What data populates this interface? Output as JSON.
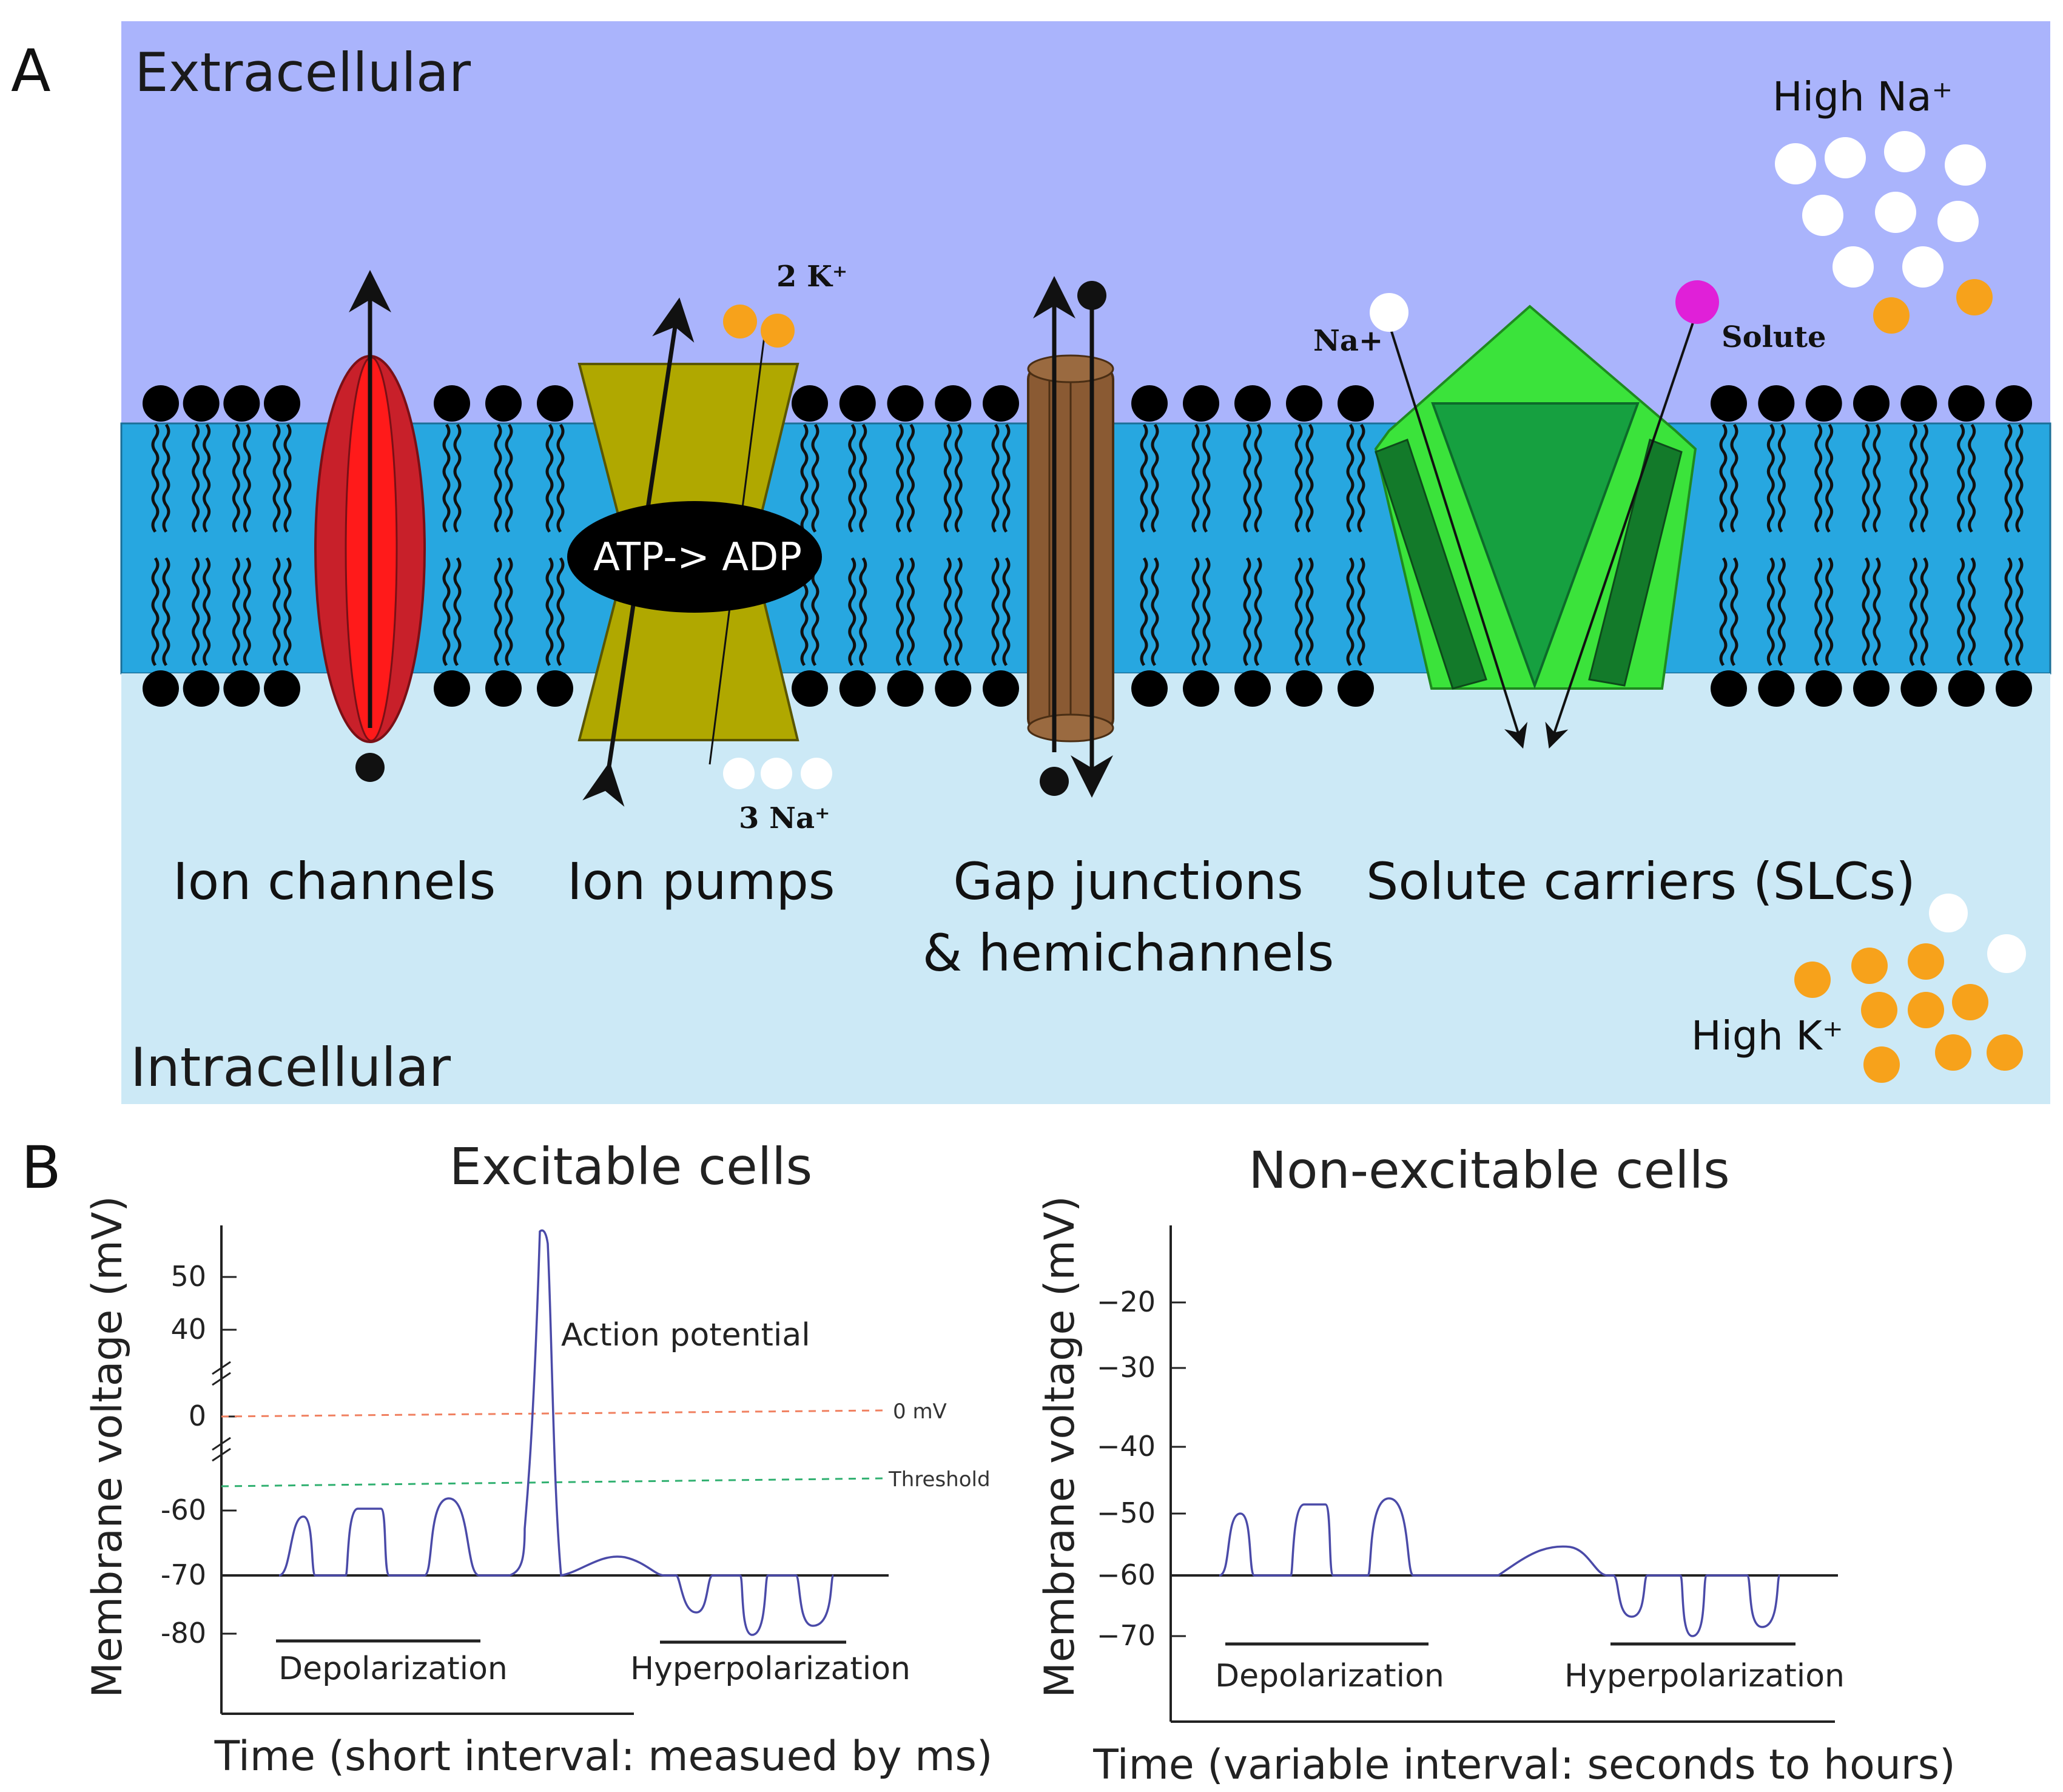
{
  "panel_a": {
    "letter": "A",
    "extracellular": "Extracellular",
    "intracellular": "Intracellular",
    "high_na": "High Na⁺",
    "high_k": "High K⁺",
    "pump_k": "2 K⁺",
    "pump_na": "3 Na⁺",
    "atp": "ATP-> ADP",
    "slc_na": "Na+",
    "slc_solute": "Solute",
    "categories": {
      "ion_channels": "Ion channels",
      "ion_pumps": "Ion pumps",
      "gap_line1": "Gap junctions",
      "gap_line2": "& hemichannels",
      "slc": "Solute carriers (SLCs)"
    },
    "colors": {
      "extracellular": "#aab4fc",
      "membrane": "#27a7e0",
      "intracellular": "#cce9f6",
      "na_ion": "#ffffff",
      "k_ion": "#f7a21b",
      "solute": "#e020d8",
      "channel": "#e02020",
      "pump": "#b0a800",
      "gap_junction": "#8a5a33",
      "slc": "#3be33b"
    }
  },
  "panel_b": {
    "letter": "B",
    "colors": {
      "trace": "#4a4aa8",
      "zero_line": "#f08060",
      "threshold_line": "#30b070"
    }
  },
  "chart_data": [
    {
      "type": "line",
      "title": "Excitable cells",
      "ylabel": "Membrane voltage (mV)",
      "xlabel": "Time (short interval: measued by ms)",
      "yticks": [
        "50",
        "40",
        "0",
        "-60",
        "-70",
        "-80"
      ],
      "axis_break": true,
      "reference_lines": [
        {
          "label": "0 mV",
          "value": 0
        },
        {
          "label": "Threshold",
          "value": -55
        }
      ],
      "annotations": {
        "peak": "Action potential"
      },
      "phases": [
        "Depolarization",
        "Hyperpolarization"
      ],
      "series": [
        {
          "resting": -70,
          "events": [
            {
              "kind": "depolarization",
              "peak": -60
            },
            {
              "kind": "depolarization",
              "peak": -59
            },
            {
              "kind": "depolarization",
              "peak": -58
            },
            {
              "kind": "action_potential",
              "peak": 58
            },
            {
              "kind": "hyperpolarization",
              "trough": -77
            },
            {
              "kind": "hyperpolarization",
              "trough": -79
            },
            {
              "kind": "hyperpolarization",
              "trough": -78
            }
          ]
        }
      ]
    },
    {
      "type": "line",
      "title": "Non-excitable cells",
      "ylabel": "Membrane voltage (mV)",
      "xlabel": "Time (variable interval: seconds to hours)",
      "yticks": [
        "−20",
        "−30",
        "−40",
        "−50",
        "−60",
        "−70"
      ],
      "phases": [
        "Depolarization",
        "Hyperpolarization"
      ],
      "series": [
        {
          "resting": -60,
          "events": [
            {
              "kind": "depolarization",
              "peak": -51
            },
            {
              "kind": "depolarization",
              "peak": -50
            },
            {
              "kind": "depolarization",
              "peak": -49
            },
            {
              "kind": "depolarization",
              "peak": -57
            },
            {
              "kind": "hyperpolarization",
              "trough": -66
            },
            {
              "kind": "hyperpolarization",
              "trough": -69
            },
            {
              "kind": "hyperpolarization",
              "trough": -68
            }
          ]
        }
      ]
    }
  ]
}
